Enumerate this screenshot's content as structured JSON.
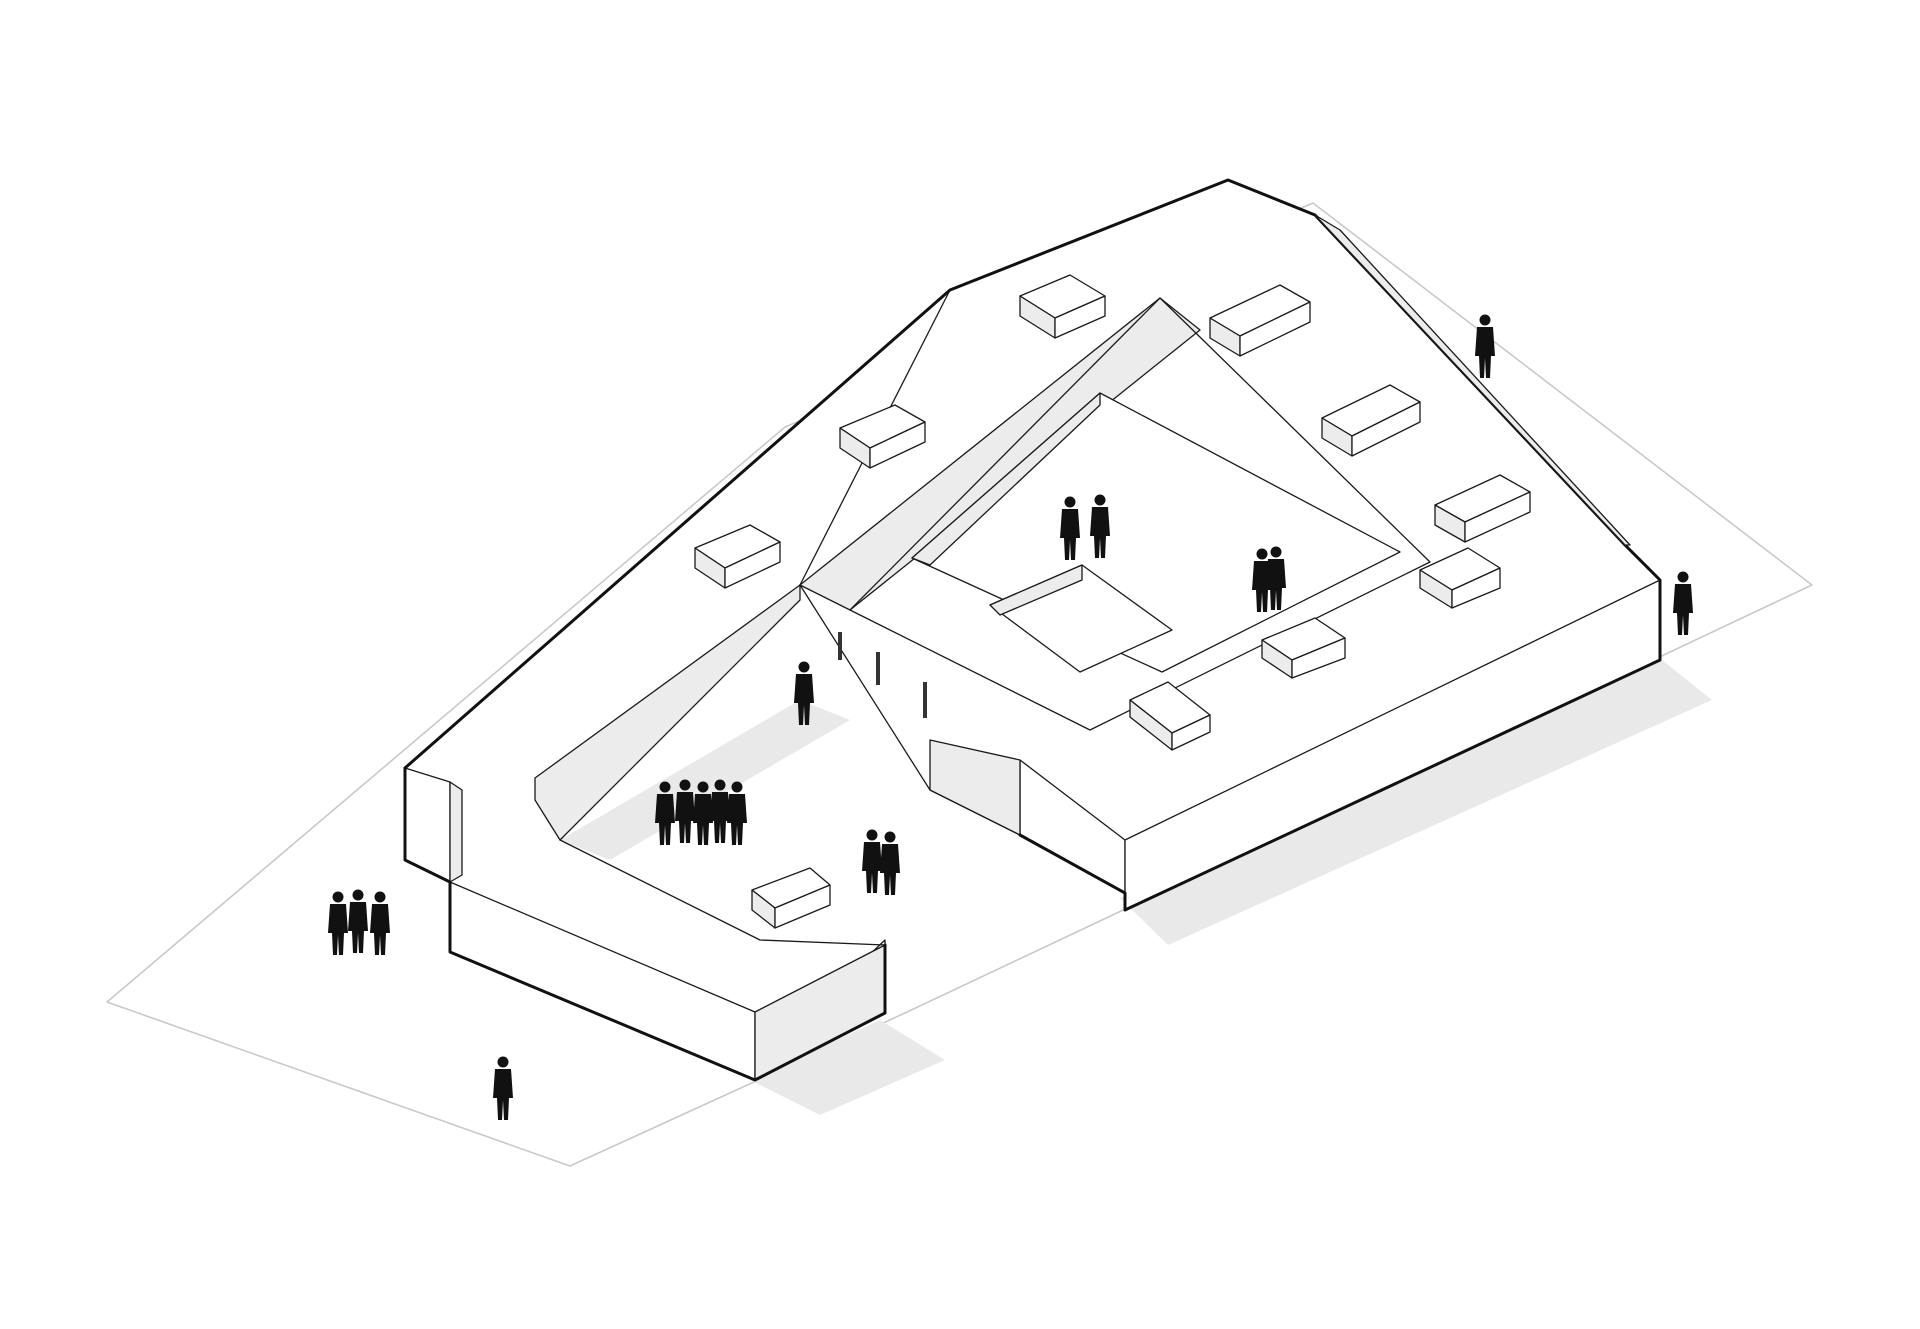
{
  "diagram": {
    "kind": "isometric-axonometric",
    "subject": "courtyard-building-massing",
    "colors": {
      "background": "#ffffff",
      "site_line": "#c9c9c9",
      "shadow": "#e9e9e9",
      "wall_shade": "#ececec",
      "line": "#1a1a1a",
      "silhouette": "#111111"
    },
    "people_groups": [
      {
        "id": "courtyard-pair-left",
        "count": 2
      },
      {
        "id": "courtyard-pair-right",
        "count": 2
      },
      {
        "id": "east-walker",
        "count": 1
      },
      {
        "id": "northeast-walker",
        "count": 1
      },
      {
        "id": "entry-figure",
        "count": 1
      },
      {
        "id": "forecourt-group",
        "count": 5
      },
      {
        "id": "forecourt-pair",
        "count": 2
      },
      {
        "id": "west-trio",
        "count": 3
      },
      {
        "id": "south-figure",
        "count": 1
      }
    ],
    "rooftop_units": 10,
    "columns": 3
  }
}
